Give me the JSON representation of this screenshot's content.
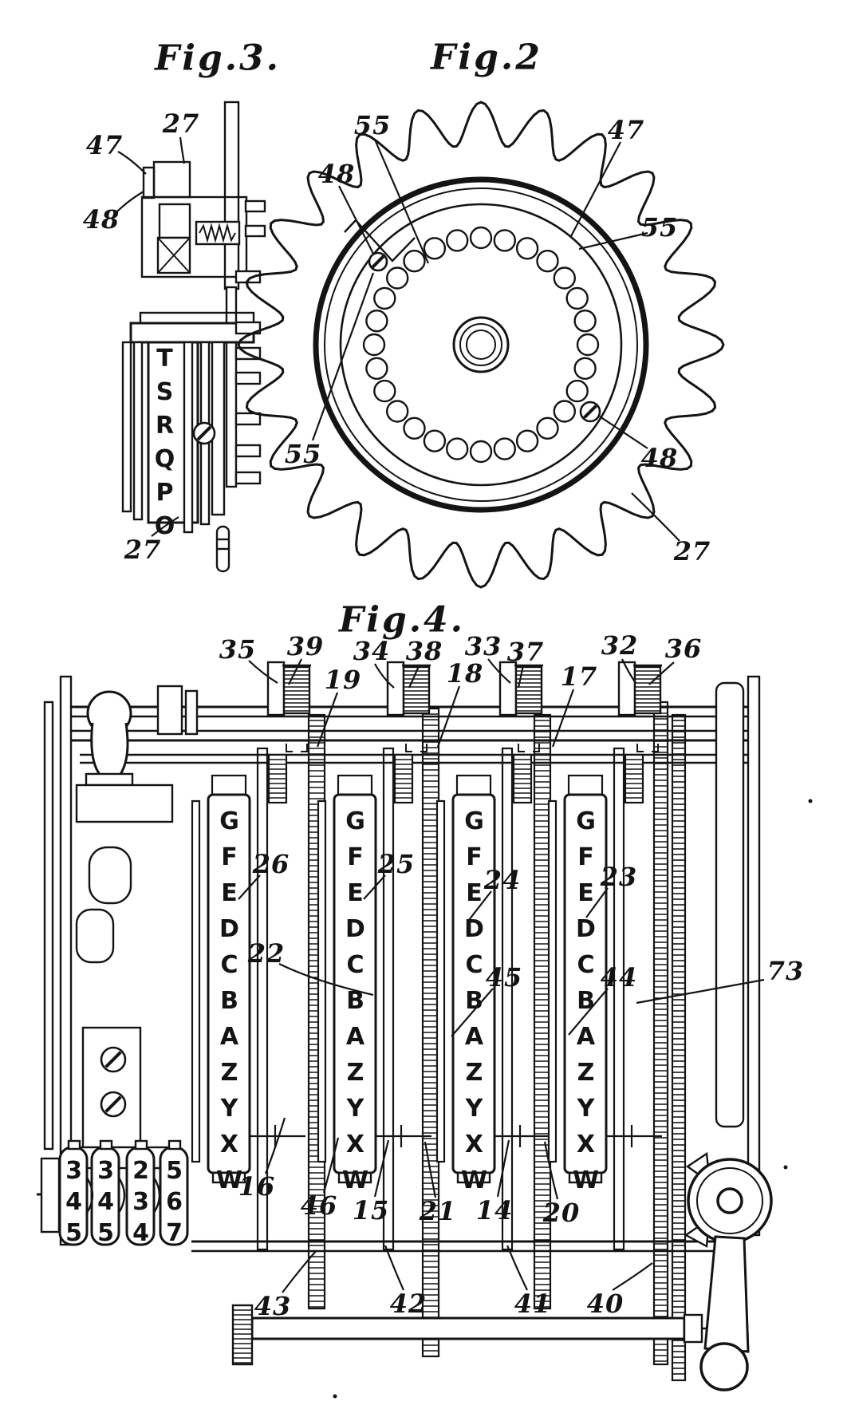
{
  "figure3": {
    "title": "Fig.3.",
    "drum_letters": "TSRQPO",
    "labels": {
      "l27_top": "27",
      "l47": "47",
      "l48": "48",
      "l27_bottom": "27"
    }
  },
  "figure2": {
    "title": "Fig.2",
    "labels": {
      "l55_top_left": "55",
      "l48_top_left": "48",
      "l47": "47",
      "l55_top_right": "55",
      "l55_bottom_left": "55",
      "l48_bottom_right": "48",
      "l27_bottom": "27"
    }
  },
  "figure4": {
    "title": "Fig.4.",
    "drum_letters": "GFEDCBAZYXW",
    "number_wheels": [
      "345",
      "345",
      "234",
      "567"
    ],
    "labels": {
      "l35": "35",
      "l39": "39",
      "l34": "34",
      "l38": "38",
      "l33": "33",
      "l37": "37",
      "l32": "32",
      "l36": "36",
      "l19": "19",
      "l18": "18",
      "l17": "17",
      "l26": "26",
      "l25": "25",
      "l24": "24",
      "l23": "23",
      "l22": "22",
      "l45": "45",
      "l44": "44",
      "l73": "73",
      "l16": "16",
      "l46": "46",
      "l15": "15",
      "l21": "21",
      "l14": "14",
      "l20": "20",
      "l43": "43",
      "l42": "42",
      "l41": "41",
      "l40": "40"
    }
  }
}
